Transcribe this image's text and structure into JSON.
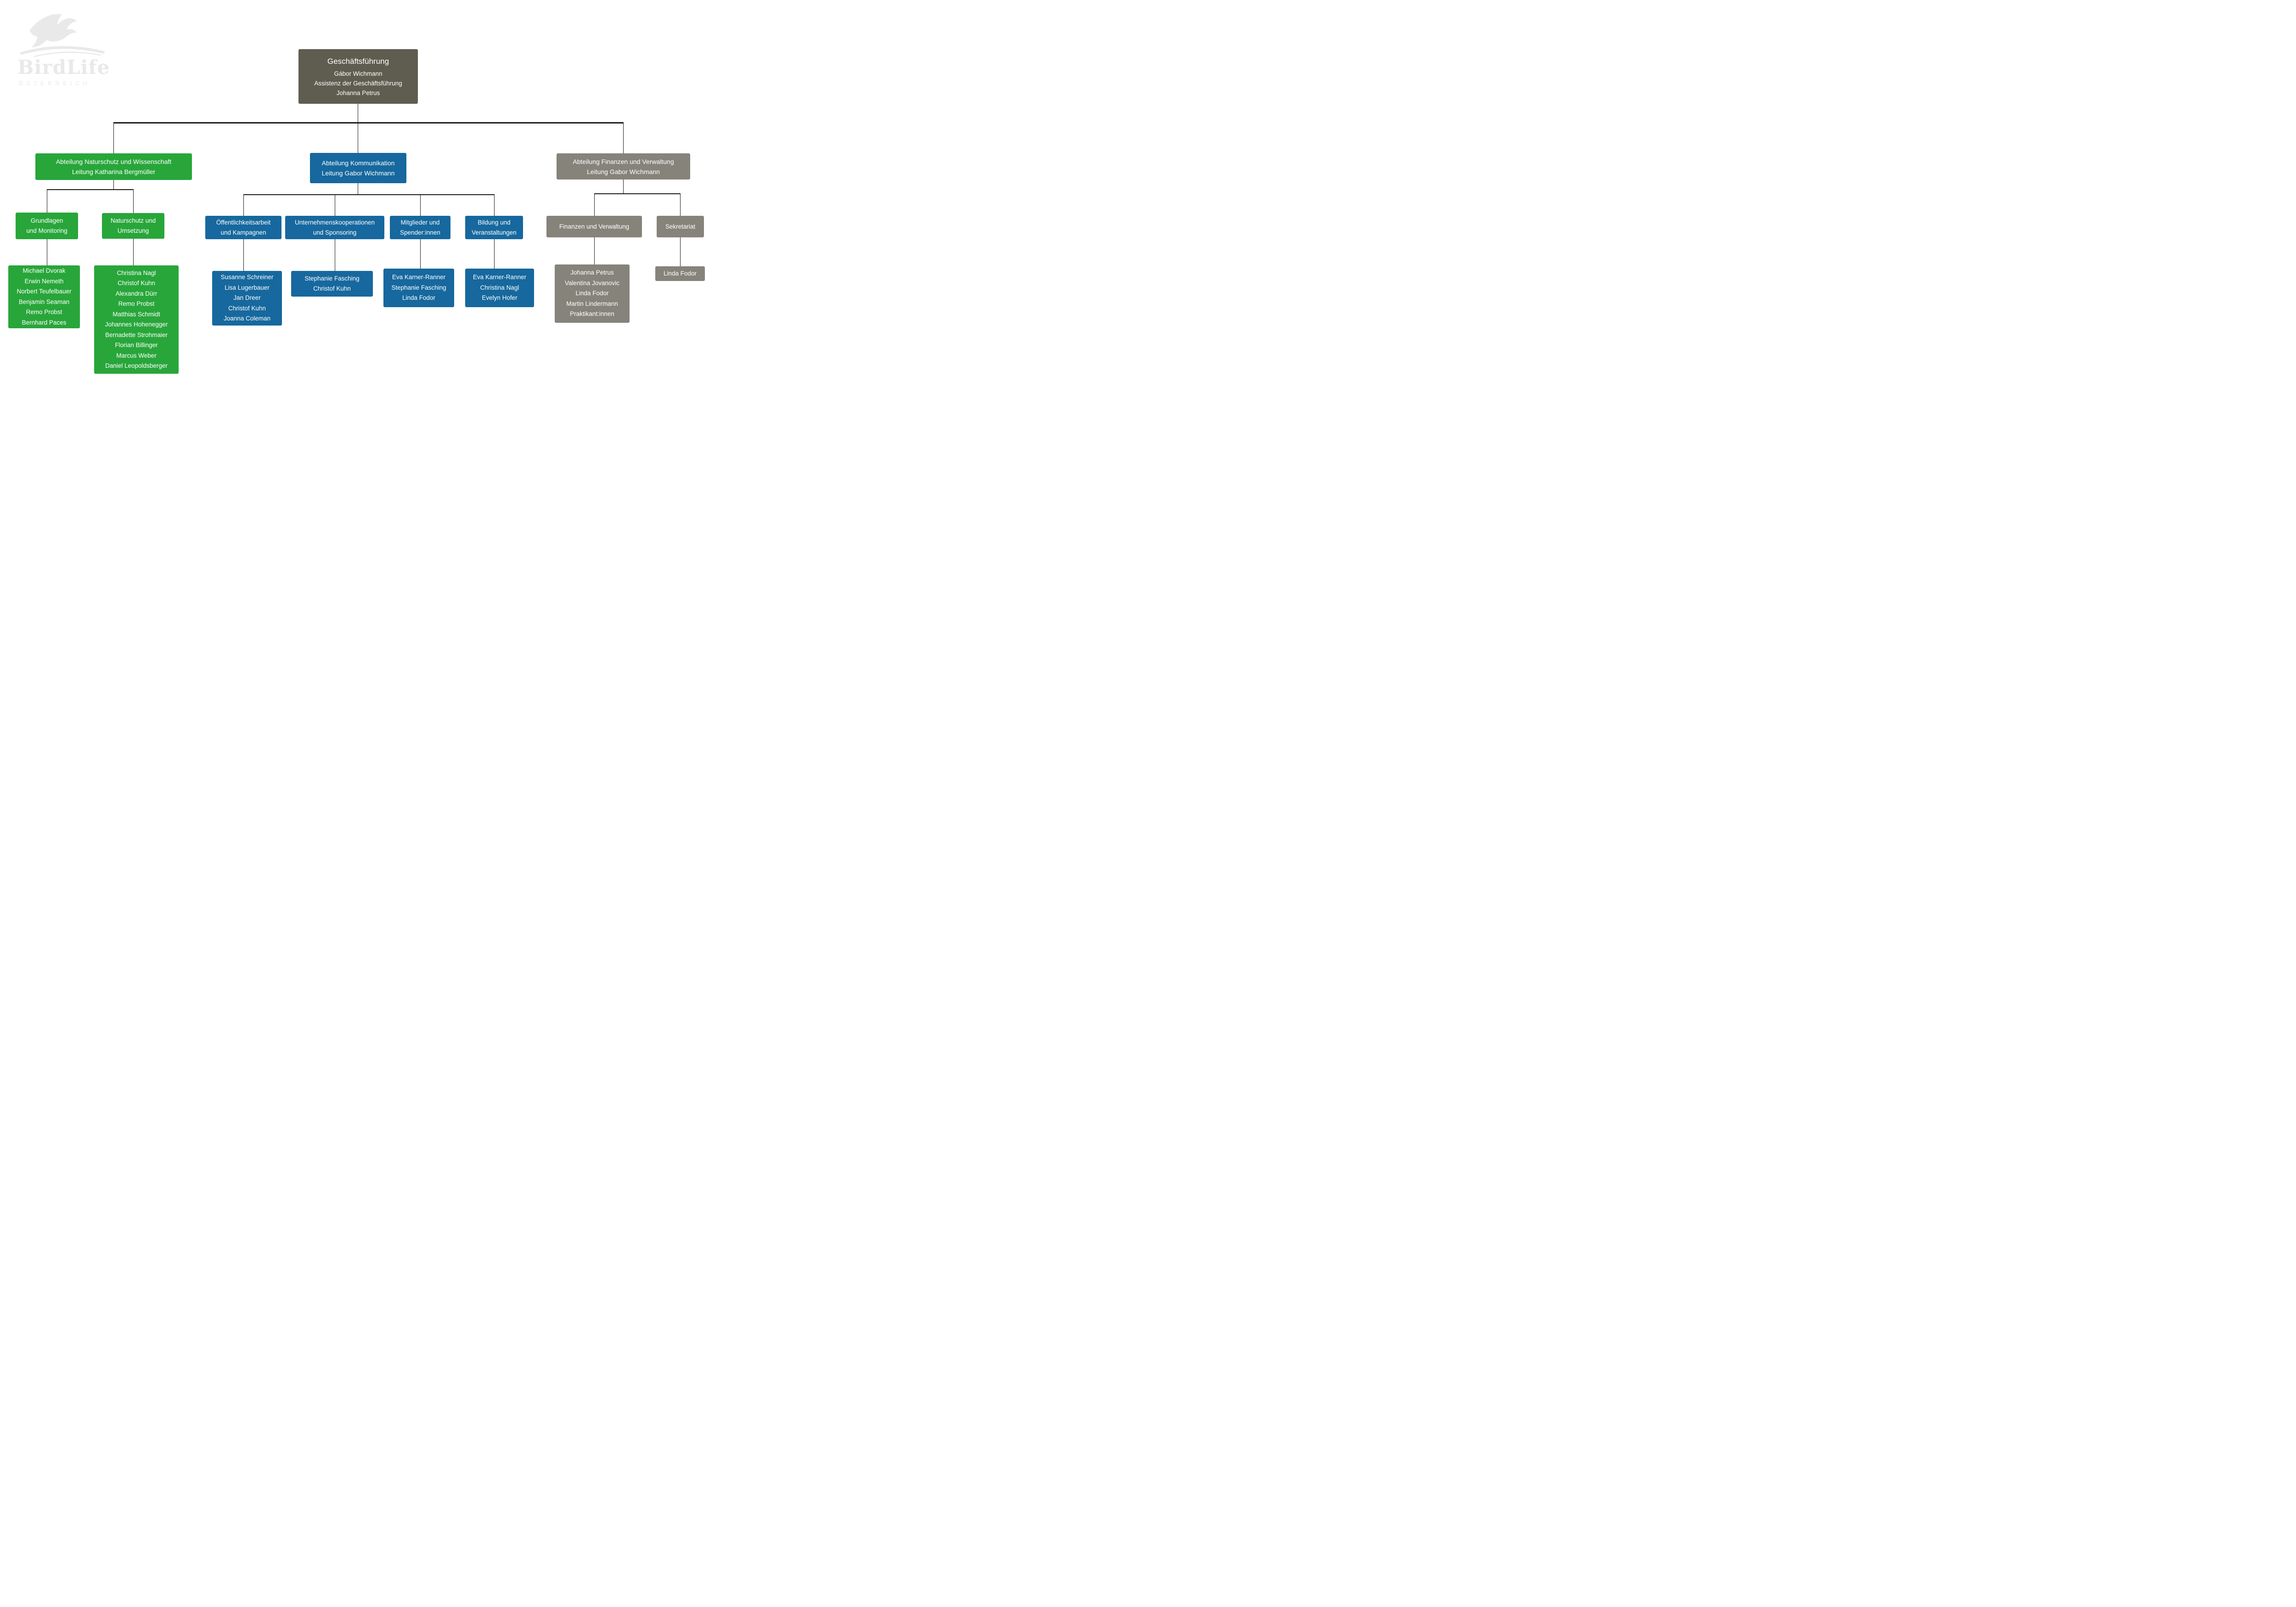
{
  "logo": {
    "brand": "BirdLife",
    "country": "ÖSTERREICH"
  },
  "colors": {
    "root_box": "#5F5D4F",
    "science_branch": "#28A63A",
    "communication_branch": "#16689E",
    "finance_branch": "#86837B",
    "connector": "#1A1A1A",
    "watermark": "#E9E9E9"
  },
  "root": {
    "title": "Geschäftsführung",
    "lines": [
      "Gábor Wichmann",
      "Assistenz der Geschäftsführung",
      "Johanna Petrus"
    ]
  },
  "departments": {
    "science": {
      "title": "Abteilung Naturschutz und Wissenschaft",
      "leader": "Leitung Katharina Bergmüller"
    },
    "communication": {
      "title": "Abteilung Kommunikation",
      "leader": "Leitung Gabor Wichmann"
    },
    "finance": {
      "title": "Abteilung Finanzen und Verwaltung",
      "leader": "Leitung Gabor Wichmann"
    }
  },
  "units": {
    "grundlagen": {
      "lines": [
        "Grundlagen",
        "und Monitoring"
      ]
    },
    "naturschutz": {
      "lines": [
        "Naturschutz und",
        "Umsetzung"
      ]
    },
    "oeffentlichkeit": {
      "lines": [
        "Öffentlichkeitsarbeit",
        "und Kampagnen"
      ]
    },
    "kooperationen": {
      "lines": [
        "Unternehmenskooperationen",
        "und Sponsoring"
      ]
    },
    "mitglieder": {
      "lines": [
        "Mitglieder und",
        "Spender:innen"
      ]
    },
    "bildung": {
      "lines": [
        "Bildung und",
        "Veranstaltungen"
      ]
    },
    "finanzen": {
      "lines": [
        "Finanzen und Verwaltung"
      ]
    },
    "sekretariat": {
      "lines": [
        "Sekretariat"
      ]
    }
  },
  "staff": {
    "grundlagen": [
      "Michael Dvorak",
      "Erwin Nemeth",
      "Norbert Teufelbauer",
      "Benjamin Seaman",
      "Remo Probst",
      "Bernhard Paces"
    ],
    "naturschutz": [
      "Christina Nagl",
      "Christof Kuhn",
      "Alexandra Dürr",
      "Remo Probst",
      "Matthias Schmidt",
      "Johannes Hohenegger",
      "Bernadette Strohmaier",
      "Florian Billinger",
      "Marcus Weber",
      "Daniel Leopoldsberger"
    ],
    "oeffentlichkeit": [
      "Susanne Schreiner",
      "Lisa Lugerbauer",
      "Jan Dreer",
      "Christof Kuhn",
      "Joanna Coleman"
    ],
    "kooperationen": [
      "Stephanie Fasching",
      "Christof Kuhn"
    ],
    "mitglieder": [
      "Eva Karner-Ranner",
      "Stephanie Fasching",
      "Linda Fodor"
    ],
    "bildung": [
      "Eva Karner-Ranner",
      "Christina Nagl",
      "Evelyn Hofer"
    ],
    "finanzen": [
      "Johanna Petrus",
      "Valentina Jovanovic",
      "Linda Fodor",
      "Martin Lindermann",
      "Praktikant:innen"
    ],
    "sekretariat": [
      "Linda Fodor"
    ]
  }
}
